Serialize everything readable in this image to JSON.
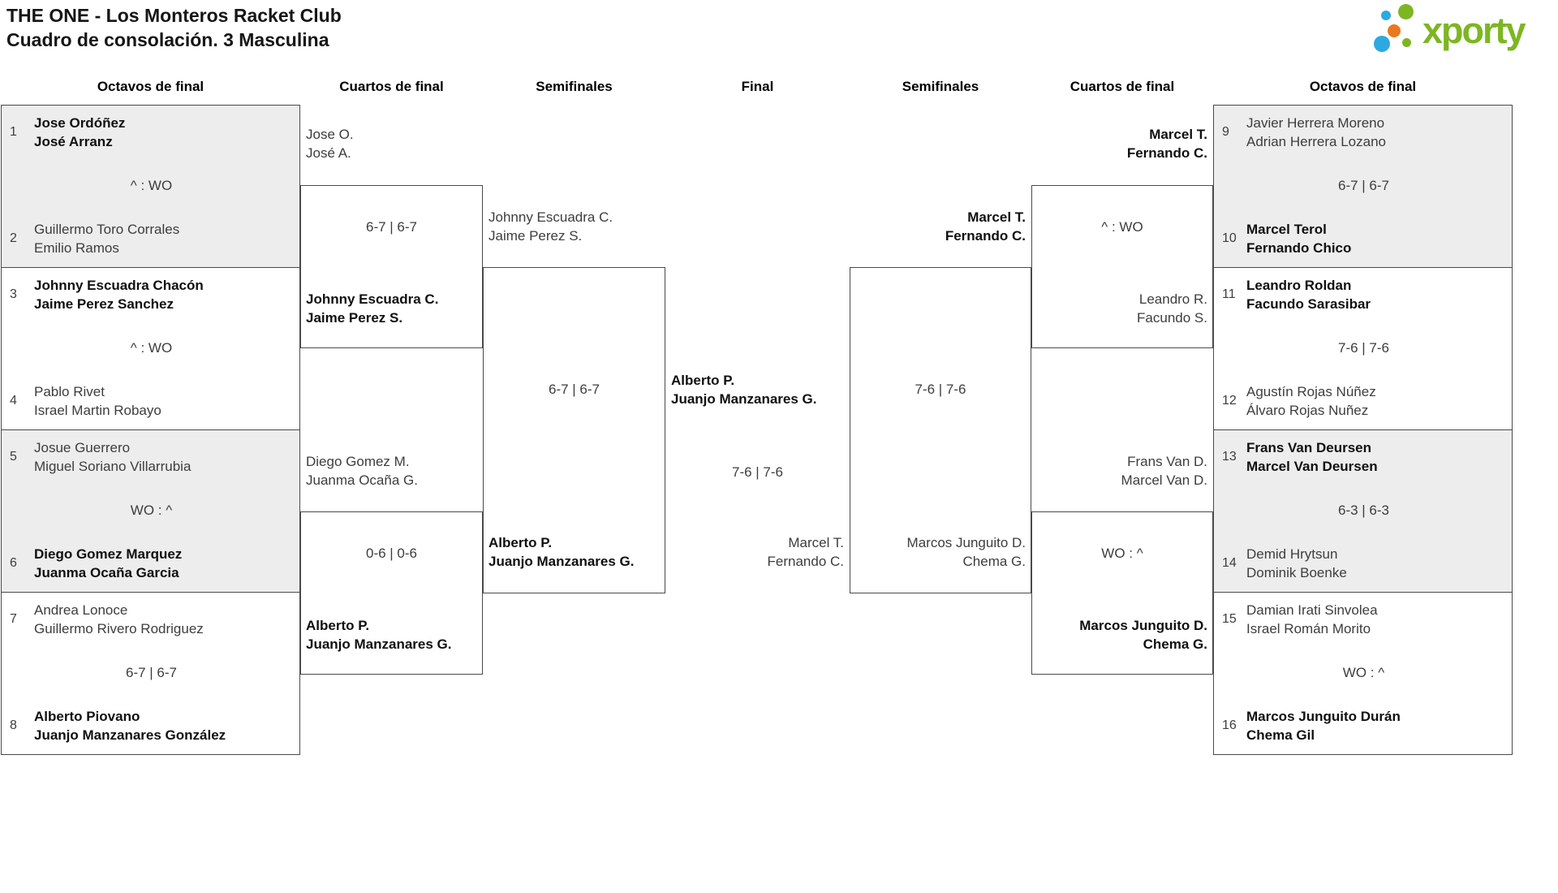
{
  "header": {
    "title_line1": "THE ONE - Los Monteros Racket Club",
    "title_line2": "Cuadro de consolación. 3 Masculina",
    "logo_text": "xporty"
  },
  "colors": {
    "logo_green": "#7db622",
    "logo_blue": "#2da9e1",
    "logo_orange": "#e8791e",
    "shaded_box": "#ededed",
    "border": "#4a4a4a"
  },
  "round_headers": [
    "Octavos de final",
    "Cuartos de final",
    "Semifinales",
    "Final",
    "Semifinales",
    "Cuartos de final",
    "Octavos de final"
  ],
  "octavos_left": [
    {
      "seed_top": "1",
      "top1": "Jose Ordóñez",
      "top2": "José Arranz",
      "score": "^ : WO",
      "seed_bottom": "2",
      "bot1": "Guillermo Toro Corrales",
      "bot2": "Emilio Ramos"
    },
    {
      "seed_top": "3",
      "top1": "Johnny Escuadra Chacón",
      "top2": "Jaime Perez Sanchez",
      "score": "^ : WO",
      "seed_bottom": "4",
      "bot1": "Pablo Rivet",
      "bot2": "Israel Martin Robayo"
    },
    {
      "seed_top": "5",
      "top1": "Josue Guerrero",
      "top2": "Miguel Soriano Villarrubia",
      "score": "WO : ^",
      "seed_bottom": "6",
      "bot1": "Diego Gomez Marquez",
      "bot2": "Juanma Ocaña Garcia"
    },
    {
      "seed_top": "7",
      "top1": "Andrea Lonoce",
      "top2": "Guillermo Rivero Rodriguez",
      "score": "6-7 | 6-7",
      "seed_bottom": "8",
      "bot1": "Alberto Piovano",
      "bot2": "Juanjo Manzanares González"
    }
  ],
  "octavos_right": [
    {
      "seed_top": "9",
      "top1": "Javier Herrera Moreno",
      "top2": "Adrian Herrera Lozano",
      "score": "6-7 | 6-7",
      "seed_bottom": "10",
      "bot1": "Marcel Terol",
      "bot2": "Fernando Chico"
    },
    {
      "seed_top": "11",
      "top1": "Leandro Roldan",
      "top2": "Facundo Sarasibar",
      "score": "7-6 | 7-6",
      "seed_bottom": "12",
      "bot1": "Agustín Rojas Núñez",
      "bot2": "Álvaro Rojas Nuñez"
    },
    {
      "seed_top": "13",
      "top1": "Frans Van Deursen",
      "top2": "Marcel Van Deursen",
      "score": "6-3 | 6-3",
      "seed_bottom": "14",
      "bot1": "Demid Hrytsun",
      "bot2": "Dominik Boenke"
    },
    {
      "seed_top": "15",
      "top1": "Damian Irati Sinvolea",
      "top2": "Israel Román Morito",
      "score": "WO : ^",
      "seed_bottom": "16",
      "bot1": "Marcos Junguito Durán",
      "bot2": "Chema Gil"
    }
  ],
  "cuartos_left": [
    {
      "top1": "Jose O.",
      "top2": "José A.",
      "score": "6-7 | 6-7",
      "bot1": "Johnny Escuadra C.",
      "bot2": "Jaime Perez S."
    },
    {
      "top1": "Diego Gomez M.",
      "top2": "Juanma Ocaña G.",
      "score": "0-6 | 0-6",
      "bot1": "Alberto P.",
      "bot2": "Juanjo Manzanares G."
    }
  ],
  "semi_left": {
    "top1": "Johnny Escuadra C.",
    "top2": "Jaime Perez S.",
    "score": "6-7 | 6-7",
    "bot1": "Alberto P.",
    "bot2": "Juanjo Manzanares G."
  },
  "final": {
    "top1": "Alberto P.",
    "top2": "Juanjo Manzanares G.",
    "score": "7-6 | 7-6",
    "bot1": "Marcel T.",
    "bot2": "Fernando C."
  },
  "semi_right": {
    "top1": "Marcel T.",
    "top2": "Fernando C.",
    "score": "7-6 | 7-6",
    "bot1": "Marcos Junguito D.",
    "bot2": "Chema G."
  },
  "cuartos_right": [
    {
      "top1": "Marcel T.",
      "top2": "Fernando C.",
      "score": "^ : WO",
      "bot1": "Leandro R.",
      "bot2": "Facundo S."
    },
    {
      "top1": "Frans Van D.",
      "top2": "Marcel Van D.",
      "score": "WO : ^",
      "bot1": "Marcos Junguito D.",
      "bot2": "Chema G."
    }
  ]
}
